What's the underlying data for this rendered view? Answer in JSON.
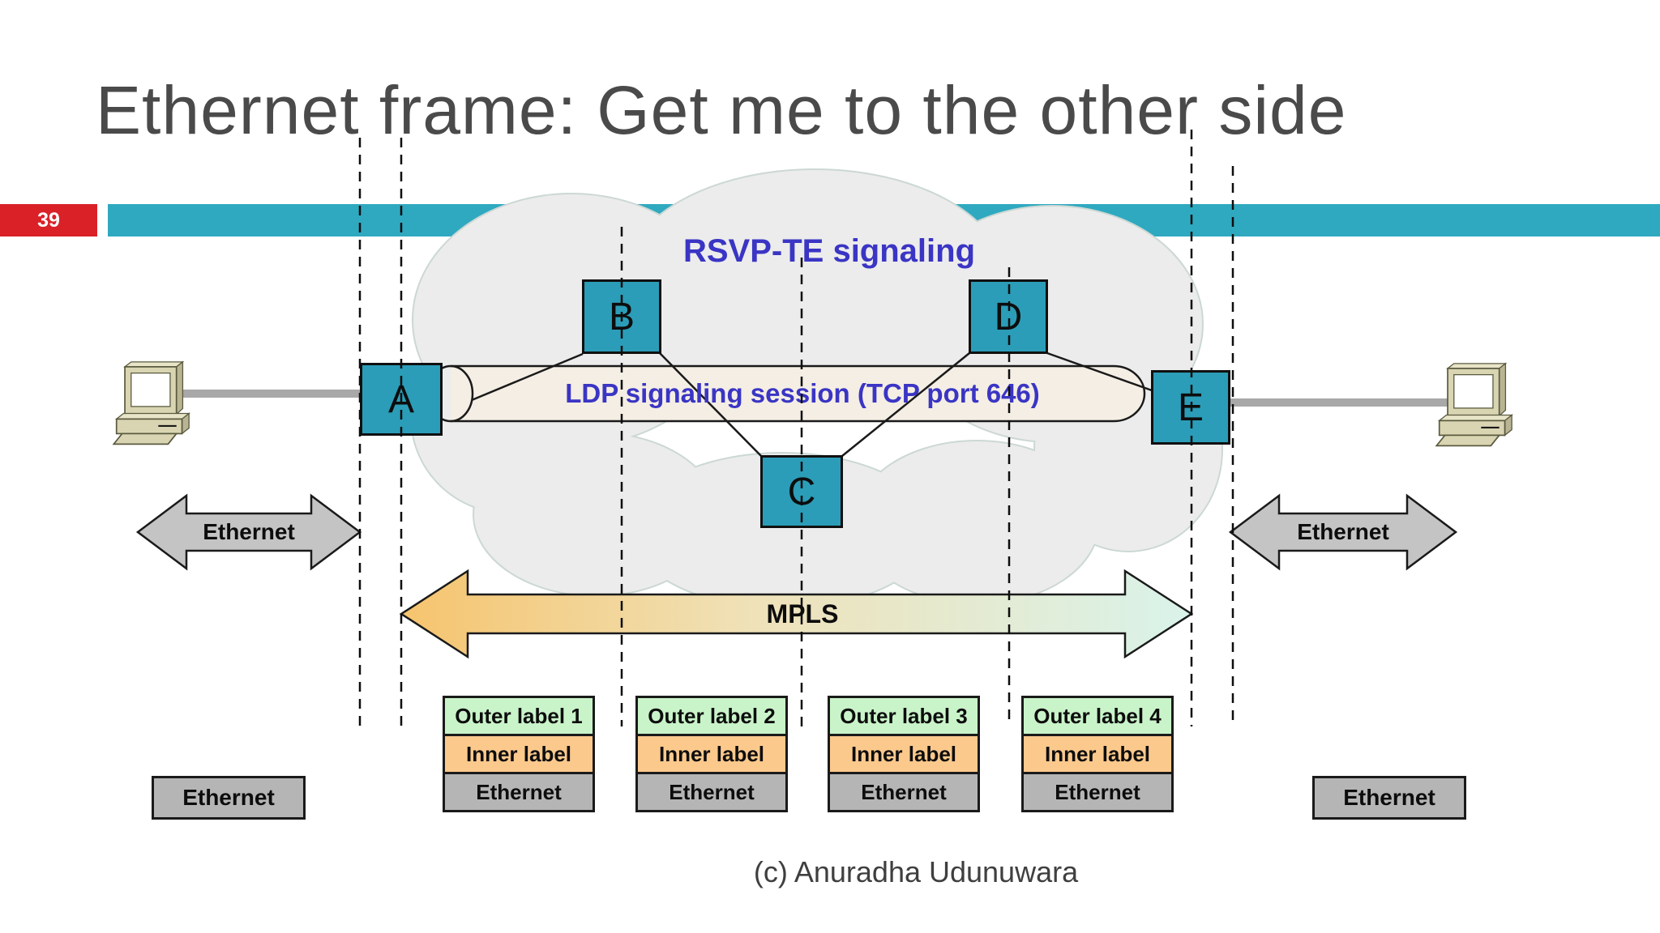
{
  "slide": {
    "number": "39",
    "title": "Ethernet frame: Get me to the other side",
    "footer": "(c) Anuradha Udunuwara"
  },
  "network": {
    "rsvp_label": "RSVP-TE signaling",
    "ldp_label": "LDP signaling session (TCP port 646)",
    "nodes": [
      {
        "label": "A"
      },
      {
        "label": "B"
      },
      {
        "label": "C"
      },
      {
        "label": "D"
      },
      {
        "label": "E"
      }
    ]
  },
  "arrows": {
    "ethernet_left": "Ethernet",
    "ethernet_right": "Ethernet",
    "mpls": "MPLS"
  },
  "frame_stacks": [
    {
      "rows": [
        "Outer label 1",
        "Inner label",
        "Ethernet"
      ]
    },
    {
      "rows": [
        "Outer label 2",
        "Inner label",
        "Ethernet"
      ]
    },
    {
      "rows": [
        "Outer label 3",
        "Inner label",
        "Ethernet"
      ]
    },
    {
      "rows": [
        "Outer label 4",
        "Inner label",
        "Ethernet"
      ]
    }
  ],
  "edge_frames": {
    "left": "Ethernet",
    "right": "Ethernet"
  },
  "colors": {
    "accent_teal": "#2fa9c0",
    "node_teal": "#2b9db8",
    "slide_number_red": "#da2128",
    "signaling_blue": "#3a35c4",
    "pipe_beige": "#f4eee4",
    "cloud_fill": "#ececec",
    "cloud_border": "#ccd8d5",
    "arrow_gray": "#c4c4c4",
    "stack_green": "#c9f4c9",
    "stack_orange": "#fcc98d",
    "stack_gray": "#b5b5b5",
    "mpls_gradient_left": "#f6c46e",
    "mpls_gradient_right": "#d9f3ea"
  }
}
